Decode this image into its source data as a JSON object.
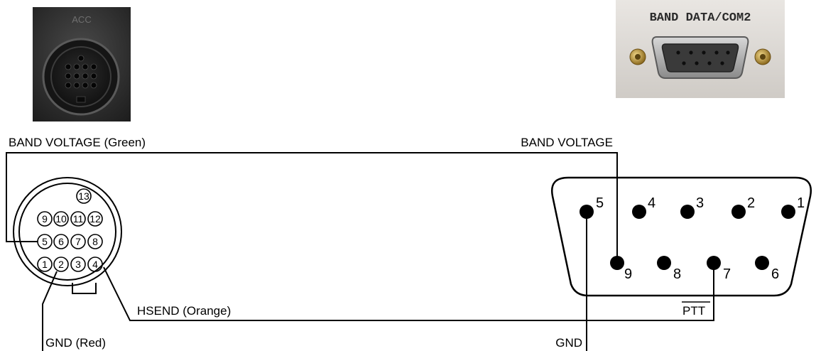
{
  "photos": {
    "db9_panel_label": "BAND DATA/COM2",
    "acc_panel_label": "ACC"
  },
  "wires": {
    "band_voltage_green": "BAND VOLTAGE (Green)",
    "band_voltage": "BAND VOLTAGE",
    "hsend_orange": "HSEND (Orange)",
    "ptt": "PTT",
    "gnd_red": "GND (Red)",
    "gnd": "GND"
  },
  "acc_pins": [
    "1",
    "2",
    "3",
    "4",
    "5",
    "6",
    "7",
    "8",
    "9",
    "10",
    "11",
    "12",
    "13"
  ],
  "db9_pins": [
    "1",
    "2",
    "3",
    "4",
    "5",
    "6",
    "7",
    "8",
    "9"
  ]
}
